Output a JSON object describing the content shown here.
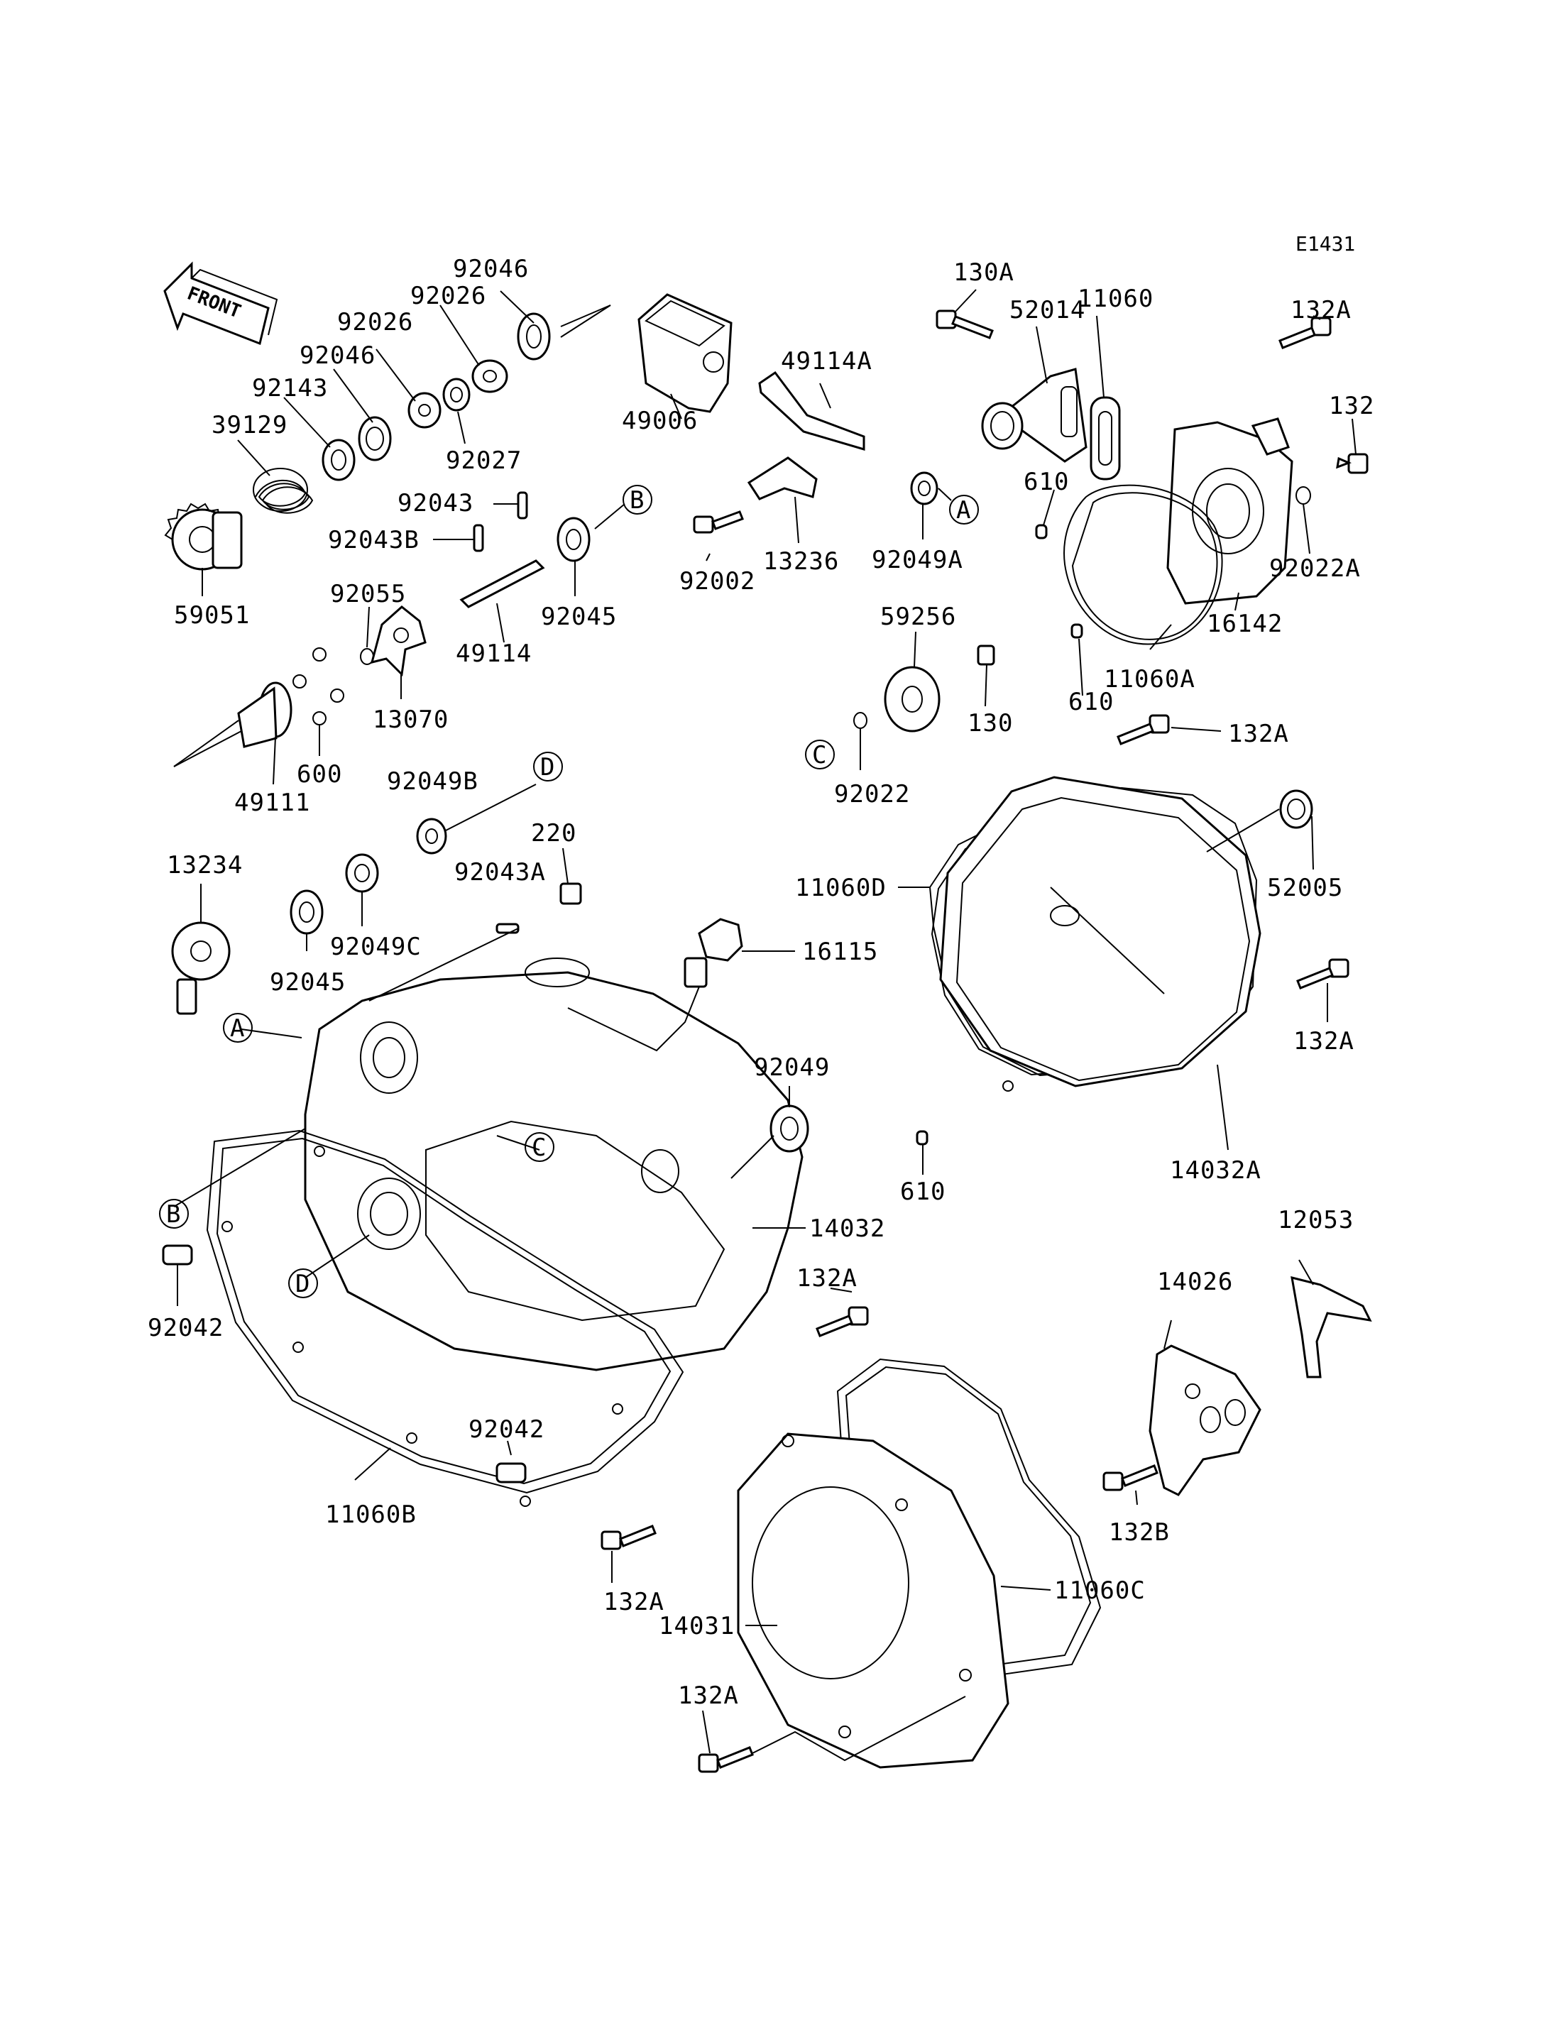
{
  "diagram_code": "E1431",
  "front_label": "FRONT",
  "parts": {
    "p92046a": "92046",
    "p92026a": "92026",
    "p92026b": "92026",
    "p92046b": "92046",
    "p92143": "92143",
    "p39129": "39129",
    "p92027": "92027",
    "p92043": "92043",
    "p92043b": "92043B",
    "p59051": "59051",
    "p92055": "92055",
    "p49114": "49114",
    "p92045a": "92045",
    "p13070": "13070",
    "p49111": "49111",
    "p600": "600",
    "p49006": "49006",
    "p49114a": "49114A",
    "p92002": "92002",
    "p13236": "13236",
    "p92049a": "92049A",
    "p130a": "130A",
    "p52014": "52014",
    "p11060": "11060",
    "p132a1": "132A",
    "p132": "132",
    "p610a": "610",
    "p92022a": "92022A",
    "p16142": "16142",
    "p11060a": "11060A",
    "p610b": "610",
    "p59256": "59256",
    "p130": "130",
    "p92022": "92022",
    "p132a2": "132A",
    "p92049b": "92049B",
    "p220": "220",
    "p92043a": "92043A",
    "p13234": "13234",
    "p92049c": "92049C",
    "p92045b": "92045",
    "p16115": "16115",
    "p11060d": "11060D",
    "p52005": "52005",
    "p132a3": "132A",
    "p92049": "92049",
    "p610c": "610",
    "p14032a": "14032A",
    "p14032": "14032",
    "p92042a": "92042",
    "p12053": "12053",
    "p14026": "14026",
    "p132a4": "132A",
    "p92042b": "92042",
    "p132b": "132B",
    "p11060b": "11060B",
    "p132a5": "132A",
    "p14031": "14031",
    "p11060c": "11060C",
    "p132a6": "132A"
  },
  "refs": {
    "a": "A",
    "b": "B",
    "c": "C",
    "d": "D"
  }
}
